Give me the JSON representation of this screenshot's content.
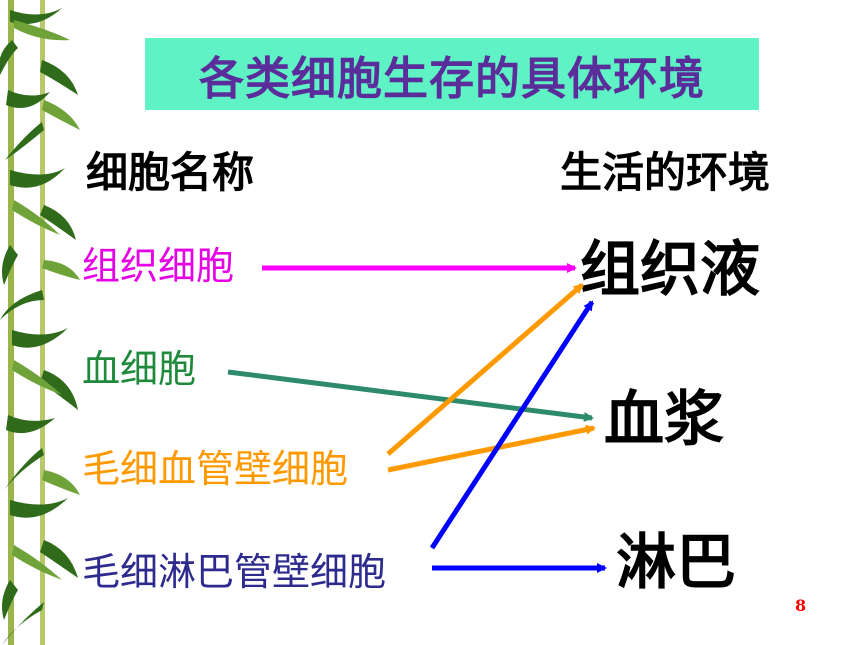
{
  "title": "各类细胞生存的具体环境",
  "headers": {
    "cell_name": "细胞名称",
    "environment": "生活的环境"
  },
  "cells": [
    {
      "label": "组织细胞",
      "color": "#e600e6"
    },
    {
      "label": "血细胞",
      "color": "#1f8a3c"
    },
    {
      "label": "毛细血管壁细胞",
      "color": "#ff9900"
    },
    {
      "label": "毛细淋巴管壁细胞",
      "color": "#2e2b8f"
    }
  ],
  "environments": [
    "组织液",
    "血浆",
    "淋巴"
  ],
  "arrow_colors": {
    "magenta": "#ff00ff",
    "green": "#2e8b6a",
    "orange": "#ff9900",
    "blue": "#0000ff"
  },
  "page_number": "8"
}
